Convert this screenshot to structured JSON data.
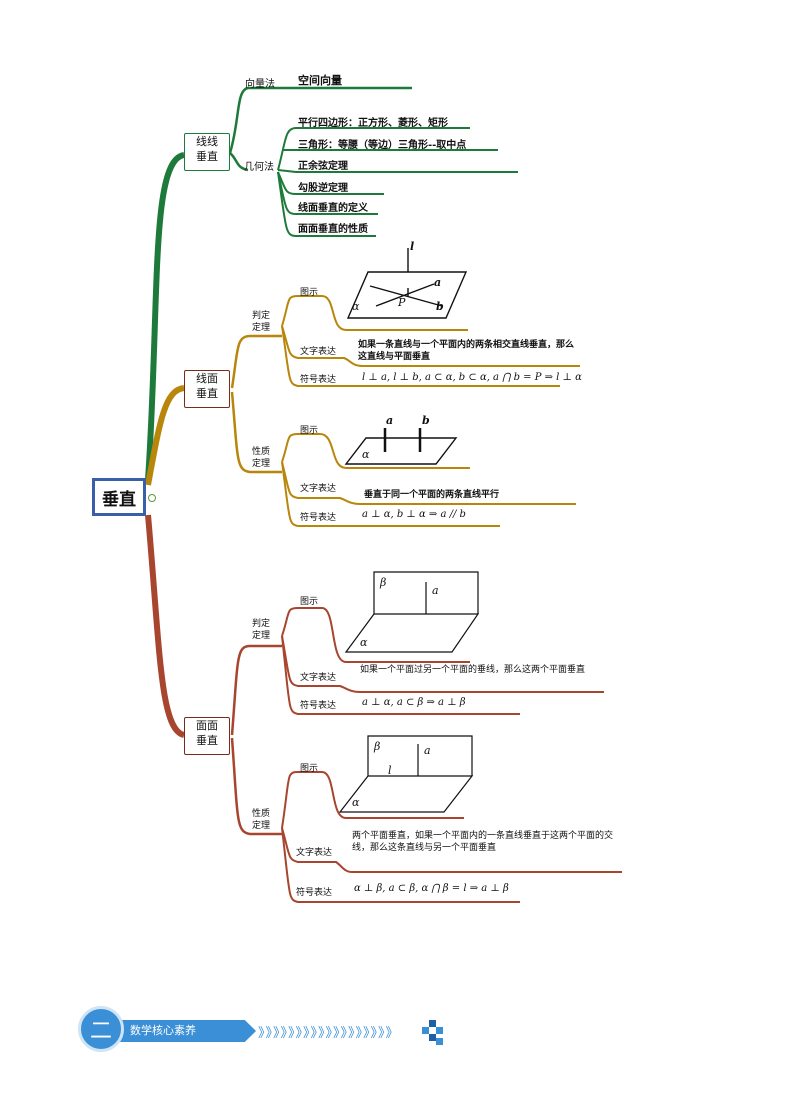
{
  "root": "垂直",
  "xianxian": {
    "title": "线线\n垂直",
    "xiangliang": {
      "label": "向量法",
      "items": [
        "空间向量"
      ]
    },
    "jihe": {
      "label": "几何法",
      "items": [
        "平行四边形：正方形、菱形、矩形",
        "三角形：等腰（等边）三角形--取中点",
        "正余弦定理",
        "勾股逆定理",
        "线面垂直的定义",
        "面面垂直的性质"
      ]
    }
  },
  "xianmian": {
    "title": "线面\n垂直",
    "panding": {
      "label": "判定\n定理",
      "tushi": "图示",
      "wenzi_label": "文字表达",
      "wenzi": "如果一条直线与一个平面内的两条相交直线垂直，那么这直线与平面垂直",
      "fuhao_label": "符号表达",
      "fuhao": "l ⊥ a, l ⊥ b, a ⊂ α, b ⊂ α, a ⋂ b = P ⇒ l ⊥ α",
      "fig_labels": [
        "l",
        "a",
        "b",
        "α",
        "P"
      ]
    },
    "xingzhi": {
      "label": "性质\n定理",
      "tushi": "图示",
      "wenzi_label": "文字表达",
      "wenzi": "垂直于同一个平面的两条直线平行",
      "fuhao_label": "符号表达",
      "fuhao": "a ⊥ α, b ⊥ α ⇒ a // b",
      "fig_labels": [
        "a",
        "b",
        "α"
      ]
    }
  },
  "mianmian": {
    "title": "面面\n垂直",
    "panding": {
      "label": "判定\n定理",
      "tushi": "图示",
      "wenzi_label": "文字表达",
      "wenzi": "如果一个平面过另一个平面的垂线，那么这两个平面垂直",
      "fuhao_label": "符号表达",
      "fuhao": "a ⊥ α, a ⊂ β ⇒ a ⊥ β",
      "fig_labels": [
        "β",
        "a",
        "α"
      ]
    },
    "xingzhi": {
      "label": "性质\n定理",
      "tushi": "图示",
      "wenzi_label": "文字表达",
      "wenzi": "两个平面垂直，如果一个平面内的一条直线垂直于这两个平面的交线，那么这条直线与另一个平面垂直",
      "fuhao_label": "符号表达",
      "fuhao": "α ⊥ β, a ⊂ β, α ⋂ β = l ⇒ a ⊥ β",
      "fig_labels": [
        "β",
        "a",
        "l",
        "α"
      ]
    }
  },
  "banner": {
    "number": "二",
    "title": "数学核心素养",
    "chevrons": "》》》》》》》》》》》》》》》》》》"
  },
  "colors": {
    "green": "#1e7a3a",
    "gold": "#b8860b",
    "red": "#a8452f",
    "brown": "#7a2b1c",
    "blue": "#3b8fd6"
  }
}
